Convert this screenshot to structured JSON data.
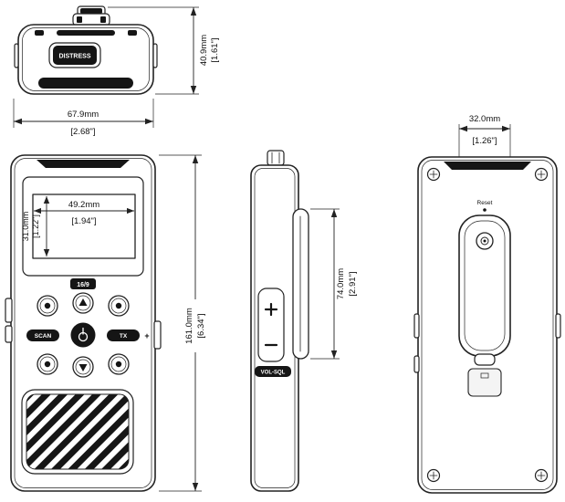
{
  "title": "Handheld VHF radio dimensional drawing",
  "labels": {
    "distress": "DISTRESS",
    "ch16_9": "16/9",
    "scan": "SCAN",
    "tx": "TX",
    "vol_sql": "VOL-SQL",
    "reset": "Reset",
    "plus": "+"
  },
  "dimensions": {
    "top_height_mm": "40.9mm",
    "top_height_in": "[1.61\"]",
    "overall_width_mm": "67.9mm",
    "overall_width_in": "[2.68\"]",
    "display_width_mm": "49.2mm",
    "display_width_in": "[1.94\"]",
    "display_height_mm": "31.0mm",
    "display_height_in": "[1.22\"]",
    "overall_height_mm": "161.0mm",
    "overall_height_in": "[6.34\"]",
    "clip_height_mm": "74.0mm",
    "clip_height_in": "[2.91\"]",
    "clip_width_mm": "32.0mm",
    "clip_width_in": "[1.26\"]"
  },
  "colors": {
    "line": "#222222",
    "dark": "#151515",
    "background": "#ffffff"
  }
}
